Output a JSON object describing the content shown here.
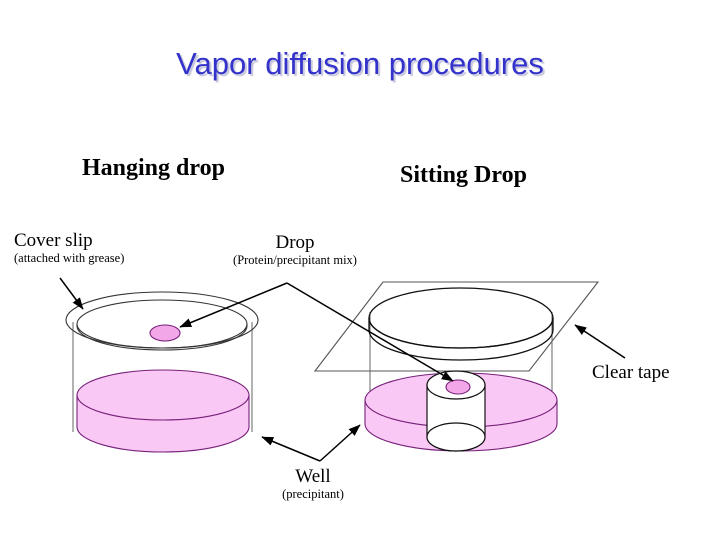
{
  "slide": {
    "title": "Vapor diffusion procedures",
    "title_color": "#3333CC",
    "background_color": "#FFFFFF"
  },
  "headings": {
    "left": "Hanging drop",
    "right": "Sitting Drop"
  },
  "labels": {
    "cover_slip": {
      "main": "Cover slip",
      "sub": "(attached with grease)"
    },
    "drop": {
      "main": "Drop",
      "sub": "(Protein/precipitant mix)"
    },
    "well": {
      "main": "Well",
      "sub": "(precipitant)"
    },
    "clear_tape": {
      "main": "Clear tape"
    }
  },
  "diagram": {
    "colors": {
      "precipitant_fill": "#F9C8F4",
      "precipitant_stroke": "#77207A",
      "drop_fill": "#F2A8E8",
      "glass_stroke": "#555555",
      "outline_stroke": "#000000"
    },
    "left_apparatus": {
      "name": "hanging-drop-setup",
      "parts": [
        "cover-slip",
        "drop-on-coverslip",
        "well-reservoir",
        "glass-jar"
      ]
    },
    "right_apparatus": {
      "name": "sitting-drop-setup",
      "parts": [
        "clear-tape",
        "glass-jar",
        "pedestal-post",
        "drop-on-pedestal",
        "well-reservoir"
      ]
    }
  }
}
